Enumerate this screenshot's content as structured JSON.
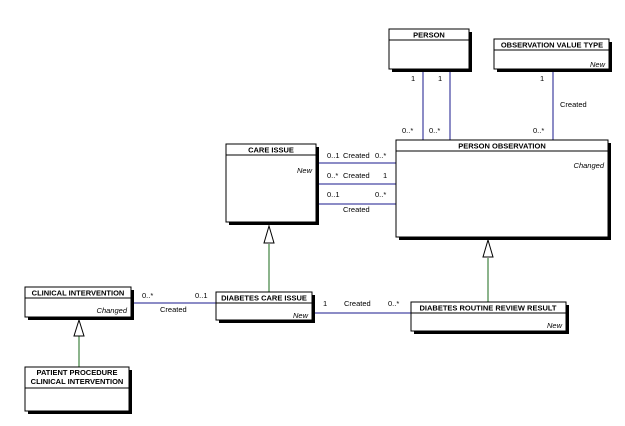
{
  "diagram": {
    "classes": {
      "person": {
        "title": "PERSON",
        "status": ""
      },
      "observation_value_type": {
        "title": "OBSERVATION VALUE TYPE",
        "status": "New"
      },
      "care_issue": {
        "title": "CARE ISSUE",
        "status": "New"
      },
      "person_observation": {
        "title": "PERSON OBSERVATION",
        "status": "Changed"
      },
      "clinical_intervention": {
        "title": "CLINICAL INTERVENTION",
        "status": "Changed"
      },
      "diabetes_care_issue": {
        "title": "DIABETES CARE ISSUE",
        "status": "New"
      },
      "diabetes_routine_review_result": {
        "title": "DIABETES ROUTINE REVIEW RESULT",
        "status": "New"
      },
      "patient_procedure": {
        "title_line1": "PATIENT PROCEDURE",
        "title_line2": "CLINICAL INTERVENTION",
        "status": ""
      }
    },
    "associations": {
      "person_obs_1": {
        "mult_a": "1",
        "mult_b": "0..*"
      },
      "person_obs_2": {
        "mult_a": "1",
        "mult_b": "0..*"
      },
      "ovt_obs": {
        "mult_a": "1",
        "mult_b": "0..*",
        "label": "Created"
      },
      "care_obs_1": {
        "mult_a": "0..1",
        "label": "Created",
        "mult_b": "0..*"
      },
      "care_obs_2": {
        "mult_a": "0..*",
        "label": "Created",
        "mult_b": "1"
      },
      "care_obs_3": {
        "mult_a": "0..1",
        "mult_b": "0..*",
        "label": "Created"
      },
      "ci_dci": {
        "mult_a": "0..*",
        "mult_b": "0..1",
        "label": "Created"
      },
      "dci_drrr": {
        "mult_a": "1",
        "label": "Created",
        "mult_b": "0..*"
      }
    }
  }
}
